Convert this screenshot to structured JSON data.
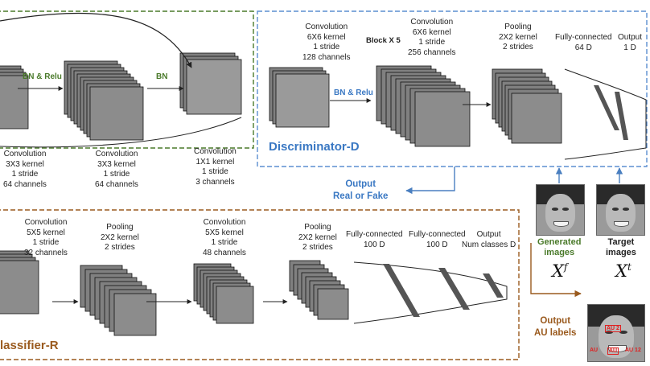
{
  "generator": {
    "bn_relu_label": "BN & Relu",
    "bn_label": "BN",
    "layers": [
      {
        "lines": [
          "Convolution",
          "3X3 kernel",
          "1 stride",
          "64 channels"
        ]
      },
      {
        "lines": [
          "Convolution",
          "3X3 kernel",
          "1 stride",
          "64 channels"
        ]
      },
      {
        "lines": [
          "Convolution",
          "1X1 kernel",
          "1 stride",
          "3 channels"
        ]
      }
    ]
  },
  "discriminator": {
    "title": "Discriminator-D",
    "bn_relu_label": "BN & Relu",
    "block_label": "Block X 5",
    "layers": [
      {
        "lines": [
          "Convolution",
          "6X6 kernel",
          "1 stride",
          "128 channels"
        ]
      },
      {
        "lines": [
          "Convolution",
          "6X6 kernel",
          "1 stride",
          "256 channels"
        ]
      },
      {
        "lines": [
          "Pooling",
          "2X2 kernel",
          "2 strides"
        ]
      },
      {
        "lines": [
          "Fully-connected",
          "64 D"
        ]
      },
      {
        "lines": [
          "Output",
          "1 D"
        ]
      }
    ],
    "output_lines": [
      "Output",
      "Real or Fake"
    ]
  },
  "classifier": {
    "title": "lassifier-R",
    "layers": [
      {
        "lines": [
          "Convolution",
          "5X5 kernel",
          "1 stride",
          "32 channels"
        ]
      },
      {
        "lines": [
          "Pooling",
          "2X2 kernel",
          "2 strides"
        ]
      },
      {
        "lines": [
          "Convolution",
          "5X5 kernel",
          "1 stride",
          "48 channels"
        ]
      },
      {
        "lines": [
          "Pooling",
          "2X2 kernel",
          "2 strides"
        ]
      },
      {
        "lines": [
          "Fully-connected",
          "100 D"
        ]
      },
      {
        "lines": [
          "Fully-connected",
          "100 D"
        ]
      },
      {
        "lines": [
          "Output",
          "Num classes D"
        ]
      }
    ],
    "output_lines": [
      "Output",
      "AU labels"
    ]
  },
  "images": {
    "generated_lines": [
      "Generated",
      "images"
    ],
    "generated_symbol": "X",
    "generated_superscript": "f",
    "target_lines": [
      "Target",
      "images"
    ],
    "target_symbol": "X",
    "target_superscript": "t",
    "au_tags": [
      "AU 2",
      "AU",
      "AU",
      "AU 12"
    ]
  },
  "colors": {
    "generator_border": "#4a7a2a",
    "discriminator_border": "#5b8fd0",
    "classifier_border": "#9a5a1e",
    "layer_fill": "#808080",
    "layer_front": "#8c8c8c",
    "output_arrow": "#4a7fc0"
  }
}
